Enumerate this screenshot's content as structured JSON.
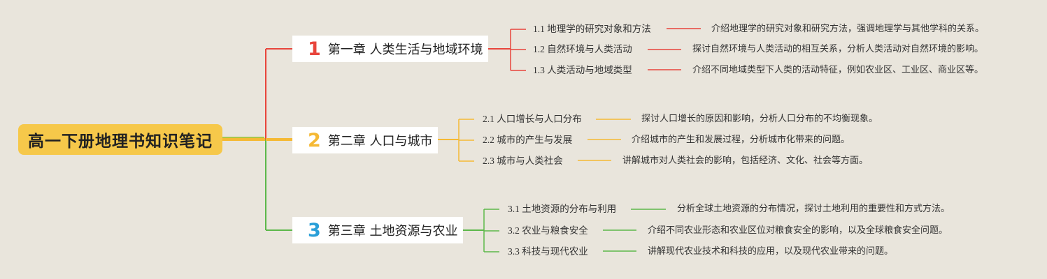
{
  "root": {
    "title": "高一下册地理书知识笔记"
  },
  "colors": {
    "chapter1": "#e8453c",
    "chapter2": "#f5b935",
    "chapter3": "#5cb84a",
    "root_bg": "#f6c84a",
    "background": "#e9e5dc"
  },
  "chapters": [
    {
      "number": "1",
      "title": "第一章 人类生活与地域环境",
      "color": "#e8453c",
      "sections": [
        {
          "title": "1.1 地理学的研究对象和方法",
          "desc": "介绍地理学的研究对象和研究方法，强调地理学与其他学科的关系。"
        },
        {
          "title": "1.2 自然环境与人类活动",
          "desc": "探讨自然环境与人类活动的相互关系，分析人类活动对自然环境的影响。"
        },
        {
          "title": "1.3 人类活动与地域类型",
          "desc": "介绍不同地域类型下人类的活动特征，例如农业区、工业区、商业区等。"
        }
      ]
    },
    {
      "number": "2",
      "title": "第二章 人口与城市",
      "color": "#f5b935",
      "sections": [
        {
          "title": "2.1 人口增长与人口分布",
          "desc": "探讨人口增长的原因和影响，分析人口分布的不均衡现象。"
        },
        {
          "title": "2.2 城市的产生与发展",
          "desc": "介绍城市的产生和发展过程，分析城市化带来的问题。"
        },
        {
          "title": "2.3 城市与人类社会",
          "desc": "讲解城市对人类社会的影响，包括经济、文化、社会等方面。"
        }
      ]
    },
    {
      "number": "3",
      "title": "第三章 土地资源与农业",
      "color": "#2a9fd8",
      "sections": [
        {
          "title": "3.1 土地资源的分布与利用",
          "desc": "分析全球土地资源的分布情况，探讨土地利用的重要性和方式方法。"
        },
        {
          "title": "3.2 农业与粮食安全",
          "desc": "介绍不同农业形态和农业区位对粮食安全的影响，以及全球粮食安全问题。"
        },
        {
          "title": "3.3 科技与现代农业",
          "desc": "讲解现代农业技术和科技的应用，以及现代农业带来的问题。"
        }
      ]
    }
  ]
}
